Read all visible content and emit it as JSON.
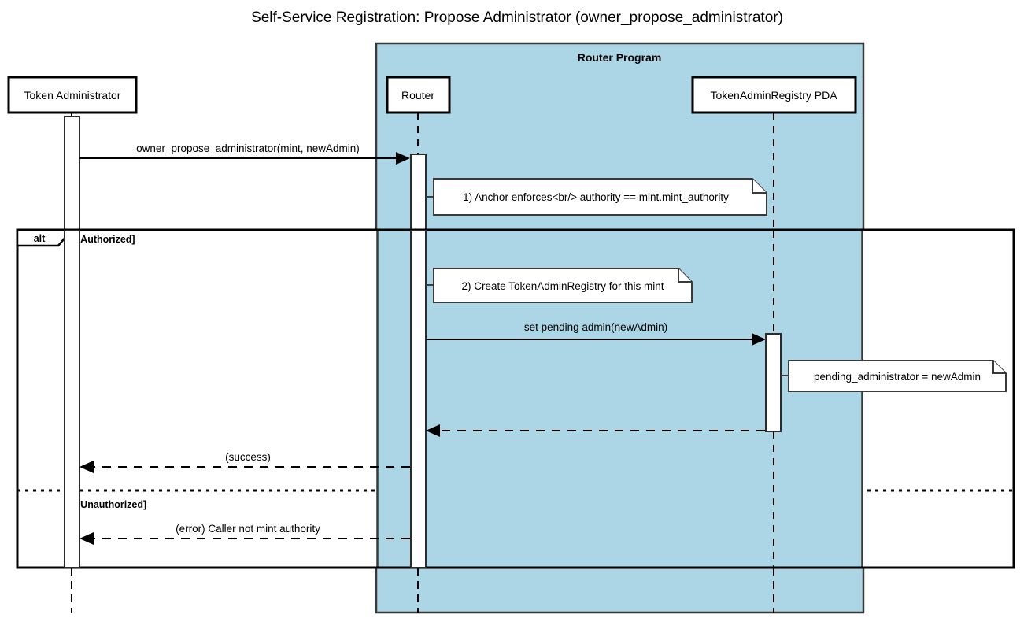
{
  "title": "Self-Service Registration: Propose Administrator (owner_propose_administrator)",
  "colors": {
    "group_fill": "#ACD5E5",
    "stroke": "#000000",
    "note_fill": "#ffffff",
    "background": "#ffffff"
  },
  "group": {
    "label": "Router Program"
  },
  "participants": [
    {
      "id": "actor",
      "label": "Token Administrator"
    },
    {
      "id": "router",
      "label": "Router"
    },
    {
      "id": "pda",
      "label": "TokenAdminRegistry PDA"
    }
  ],
  "fragment": {
    "operator": "alt",
    "guards": [
      {
        "label": "[Authorized]"
      },
      {
        "label": "[Unauthorized]"
      }
    ]
  },
  "messages": [
    {
      "id": "m1",
      "label": "owner_propose_administrator(mint, newAdmin)",
      "from": "actor",
      "to": "router",
      "style": "solid"
    },
    {
      "id": "m2",
      "label": "set pending admin(newAdmin)",
      "from": "router",
      "to": "pda",
      "style": "solid"
    },
    {
      "id": "m3",
      "label": "",
      "from": "pda",
      "to": "router",
      "style": "dashed"
    },
    {
      "id": "m4",
      "label": "(success)",
      "from": "router",
      "to": "actor",
      "style": "dashed"
    },
    {
      "id": "m5",
      "label": "(error) Caller not mint authority",
      "from": "router",
      "to": "actor",
      "style": "dashed"
    }
  ],
  "notes": [
    {
      "id": "n1",
      "text": "1) Anchor enforces<br/> authority == mint.mint_authority",
      "attached_to": "router"
    },
    {
      "id": "n2",
      "text": "2) Create TokenAdminRegistry for this mint",
      "attached_to": "router"
    },
    {
      "id": "n3",
      "text": "pending_administrator = newAdmin",
      "attached_to": "pda"
    }
  ]
}
